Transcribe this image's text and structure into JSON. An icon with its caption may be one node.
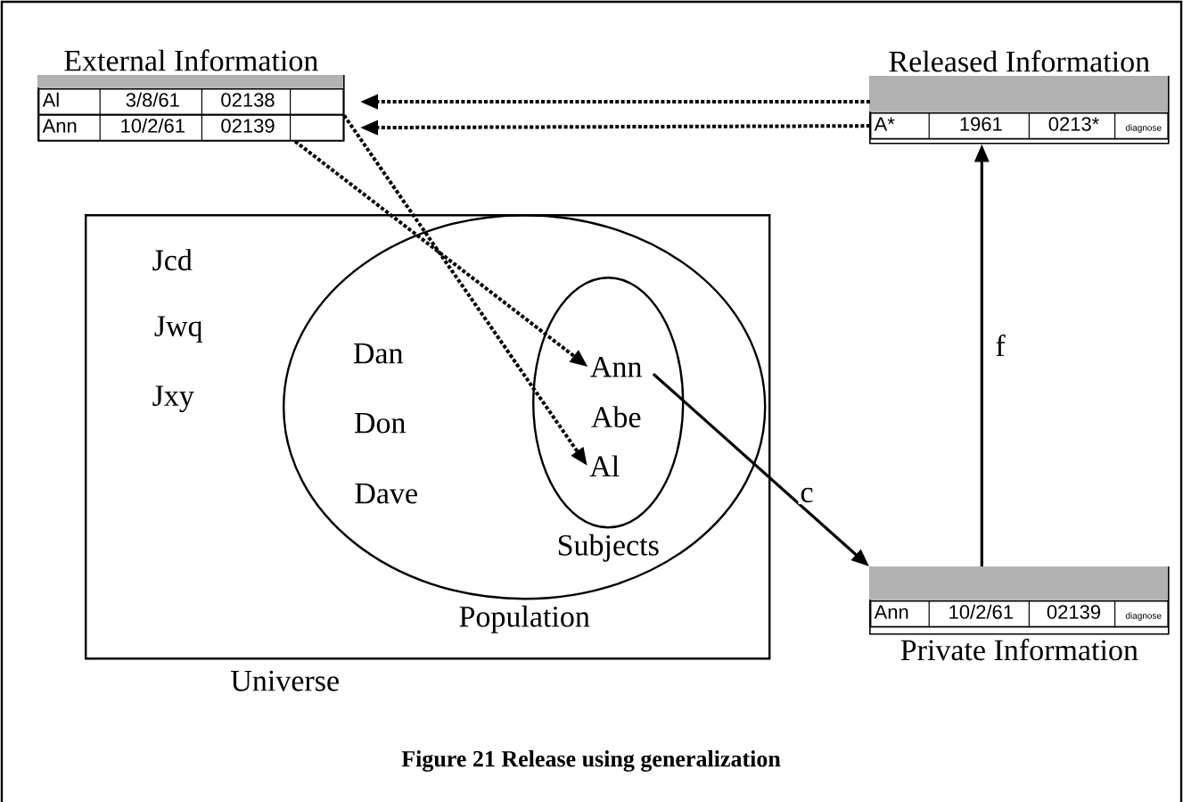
{
  "diagram": {
    "caption": "Figure 21 Release using generalization",
    "nodes": [
      {
        "text": [
          "External Information"
        ]
      },
      {
        "text": [
          "Al",
          "3/8/61",
          "02138"
        ],
        "in": 0
      },
      {
        "text": [
          "Ann",
          "10/2/61",
          "02139"
        ],
        "in": 0
      },
      {
        "text": [
          "Released Information"
        ]
      },
      {
        "text": [
          "A*",
          "1961",
          "0213*",
          "diagnose"
        ],
        "in": 3
      },
      {
        "text": [
          "Private Information"
        ]
      },
      {
        "text": [
          "Ann",
          "10/2/61",
          "02139",
          "diagnose"
        ],
        "in": 5
      },
      {
        "text": [
          "Universe"
        ]
      },
      {
        "text": [
          "Population"
        ],
        "in": 7
      },
      {
        "text": [
          "Subjects"
        ],
        "in": 8
      },
      {
        "text": [
          "Ann"
        ],
        "in": 9
      },
      {
        "text": [
          "Abe"
        ],
        "in": 9
      },
      {
        "text": [
          "Al"
        ],
        "in": 9
      },
      {
        "text": [
          "Jcd"
        ],
        "in": 7
      },
      {
        "text": [
          "Jwq"
        ],
        "in": 7
      },
      {
        "text": [
          "Jxy"
        ],
        "in": 7
      },
      {
        "text": [
          "Dan"
        ],
        "in": 8
      },
      {
        "text": [
          "Don"
        ],
        "in": 8
      },
      {
        "text": [
          "Dave"
        ],
        "in": 8
      }
    ],
    "edges": [
      {
        "from": 4,
        "to": 1,
        "arrow": "to",
        "style": "dashed"
      },
      {
        "from": 4,
        "to": 2,
        "arrow": "to",
        "style": "dashed"
      },
      {
        "from": 2,
        "to": 10,
        "arrow": "to",
        "style": "dashed"
      },
      {
        "from": 1,
        "to": 12,
        "arrow": "to",
        "style": "dashed"
      },
      {
        "from": 10,
        "to": 5,
        "arrow": "to",
        "label": "c"
      },
      {
        "from": 5,
        "to": 3,
        "arrow": "to",
        "label": "f"
      }
    ]
  }
}
